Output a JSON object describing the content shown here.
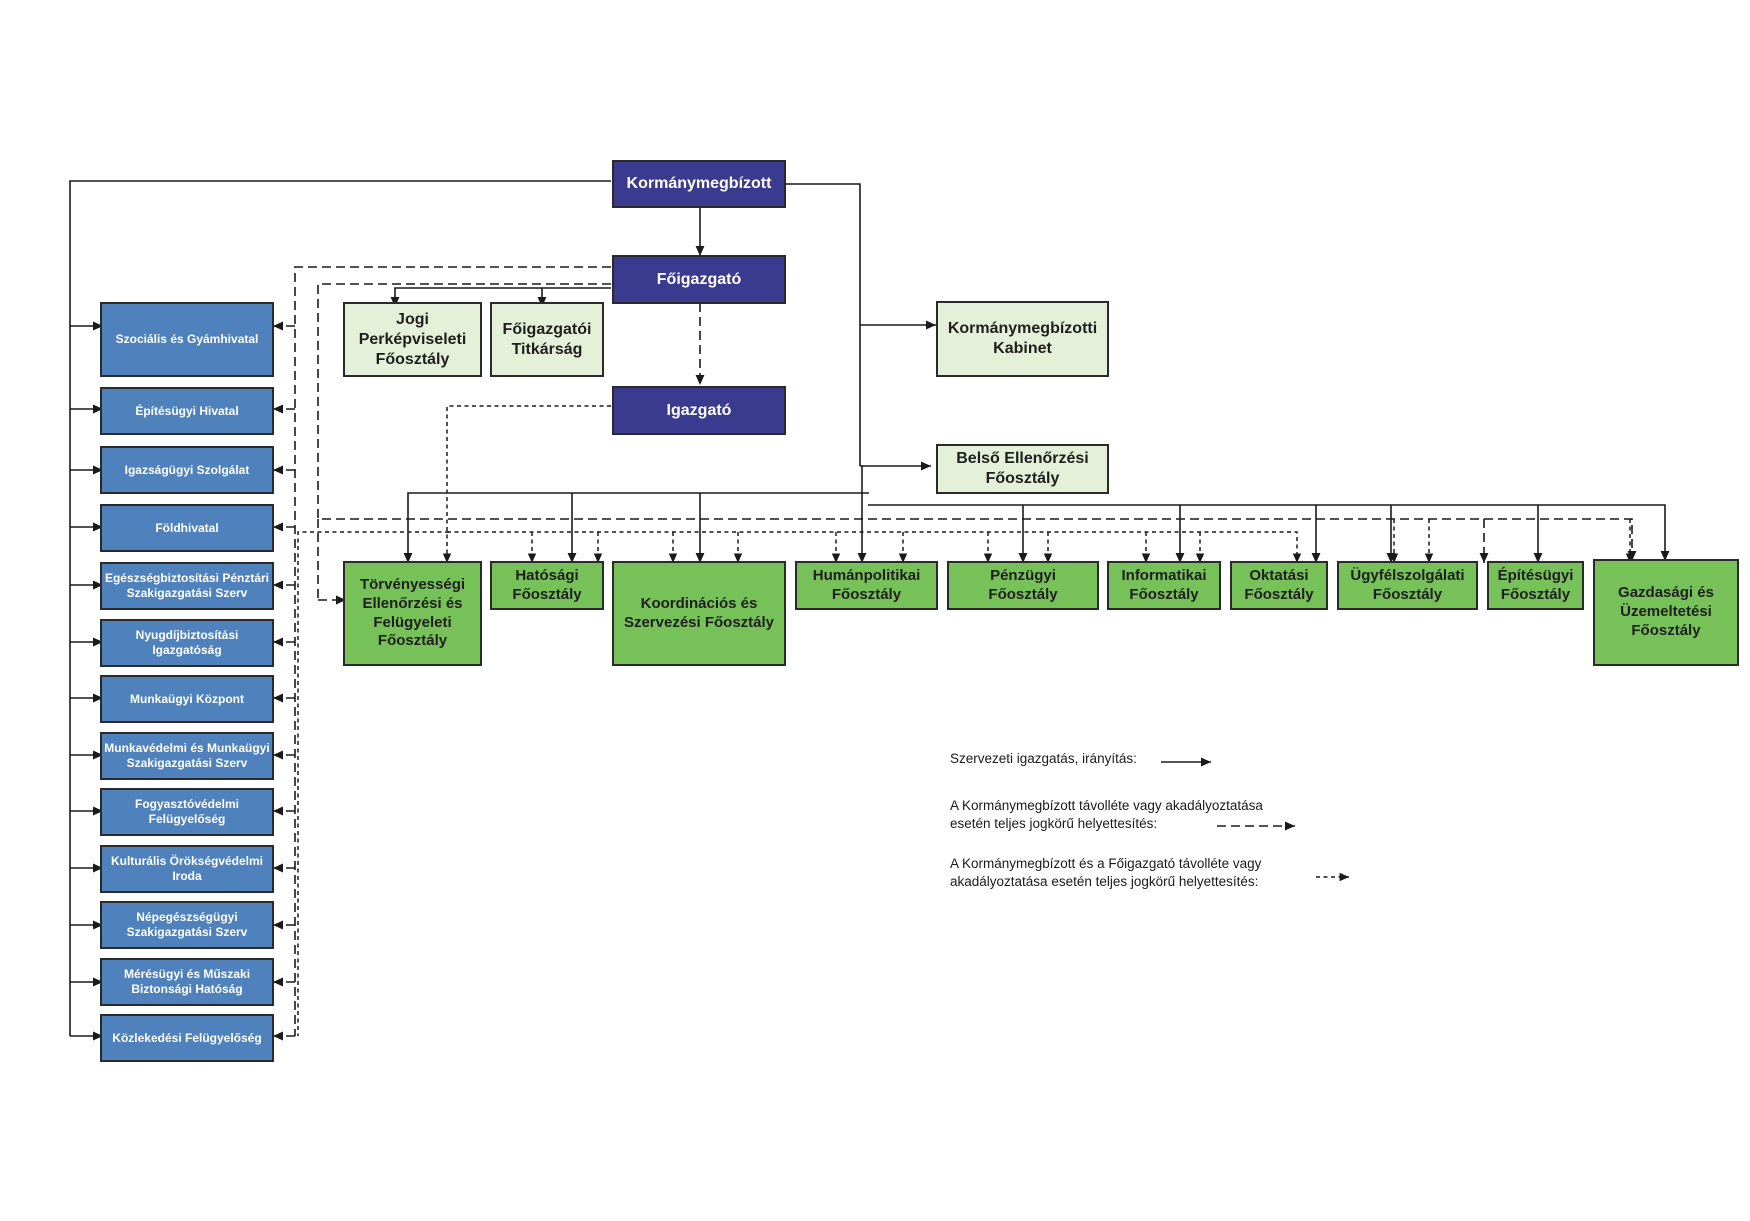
{
  "top": {
    "kormanymegbizott": "Kormánymegbízott",
    "foigazgato": "Főigazgató",
    "igazgato": "Igazgató"
  },
  "staff": {
    "jogi": "Jogi\nPerképviseleti\nFőosztály",
    "titkarsag": "Főigazgatói\nTitkárság",
    "kabinet": "Kormánymegbízotti\nKabinet",
    "belso": "Belső Ellenőrzési\nFőosztály"
  },
  "departments": {
    "torvenyessegi": "Törvényességi\nEllenőrzési és\nFelügyeleti\nFőosztály",
    "hatosagi": "Hatósági\nFőosztály",
    "koordinacios": "Koordinációs és\nSzervezési  Főosztály",
    "humanpolitikai": "Humánpolitikai\nFőosztály",
    "penzugyi": "Pénzügyi\nFőosztály",
    "informatikai": "Informatikai\nFőosztály",
    "oktatasi": "Oktatási\nFőosztály",
    "ugyfelszolgalati": "Ügyfélszolgálati\nFőosztály",
    "epitesugyi": "Építésügyi\nFőosztály",
    "gazdasagi": "Gazdasági és\nÜzemeltetési\nFőosztály"
  },
  "offices": [
    "Szociális és Gyámhivatal",
    "Építésügyi Hivatal",
    "Igazságügyi Szolgálat",
    "Földhivatal",
    "Egészségbiztosítási Pénztári\nSzakigazgatási Szerv",
    "Nyugdíjbiztosítási\nIgazgatóság",
    "Munkaügyi Központ",
    "Munkavédelmi és Munkaügyi\nSzakigazgatási Szerv",
    "Fogyasztóvédelmi\nFelügyelőség",
    "Kulturális Örökségvédelmi\nIroda",
    "Népegészségügyi\nSzakigazgatási Szerv",
    "Mérésügyi és Műszaki\nBiztonsági Hatóság",
    "Közlekedési Felügyelőség"
  ],
  "legend": {
    "solid": "Szervezeti igazgatás, irányítás:",
    "dashed": "A Kormánymegbízott távolléte vagy akadályoztatása\nesetén teljes jogkörű helyettesítés:",
    "dotted": "A Kormánymegbízott és a Főigazgató távolléte vagy\nakadályoztatása esetén teljes jogkörű helyettesítés:"
  },
  "colors": {
    "leadership": "#3a3b8f",
    "staff": "#e4f1d8",
    "department": "#77c159",
    "office": "#4f81bd"
  }
}
